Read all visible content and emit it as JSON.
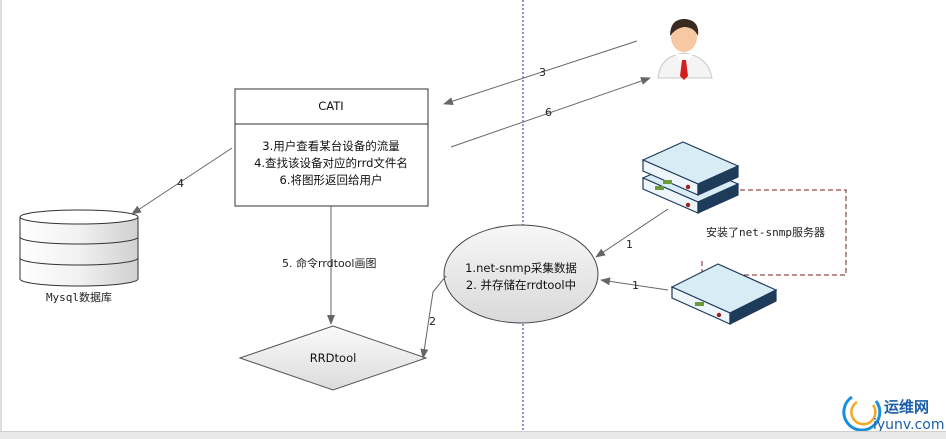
{
  "cati": {
    "title": "CATI",
    "lines": [
      "3.用户查看某台设备的流量",
      "4.查找该设备对应的rrd文件名",
      "6.将图形返回给用户"
    ]
  },
  "snmp": {
    "lines": [
      "1.net-snmp采集数据",
      "2. 并存储在rrdtool中"
    ]
  },
  "rrdtool": {
    "label": "RRDtool"
  },
  "mysql": {
    "label": "Mysql数据库"
  },
  "server_note": {
    "label": "安装了net-snmp服务器"
  },
  "edges": {
    "e3": "3",
    "e6": "6",
    "e4": "4",
    "e5": "5. 命令rrdtool画图",
    "e2": "2",
    "e1a": "1",
    "e1b": "1"
  },
  "watermark": {
    "brand": "运维网",
    "domain": "iyunv.com"
  },
  "colors": {
    "arrow": "#666666",
    "divider": "#1f2a9c",
    "dashed_box": "#7a1f1f",
    "server_top": "#d8ecf6",
    "server_side": "#1f3b5a",
    "brand": "#1a5fa8"
  }
}
